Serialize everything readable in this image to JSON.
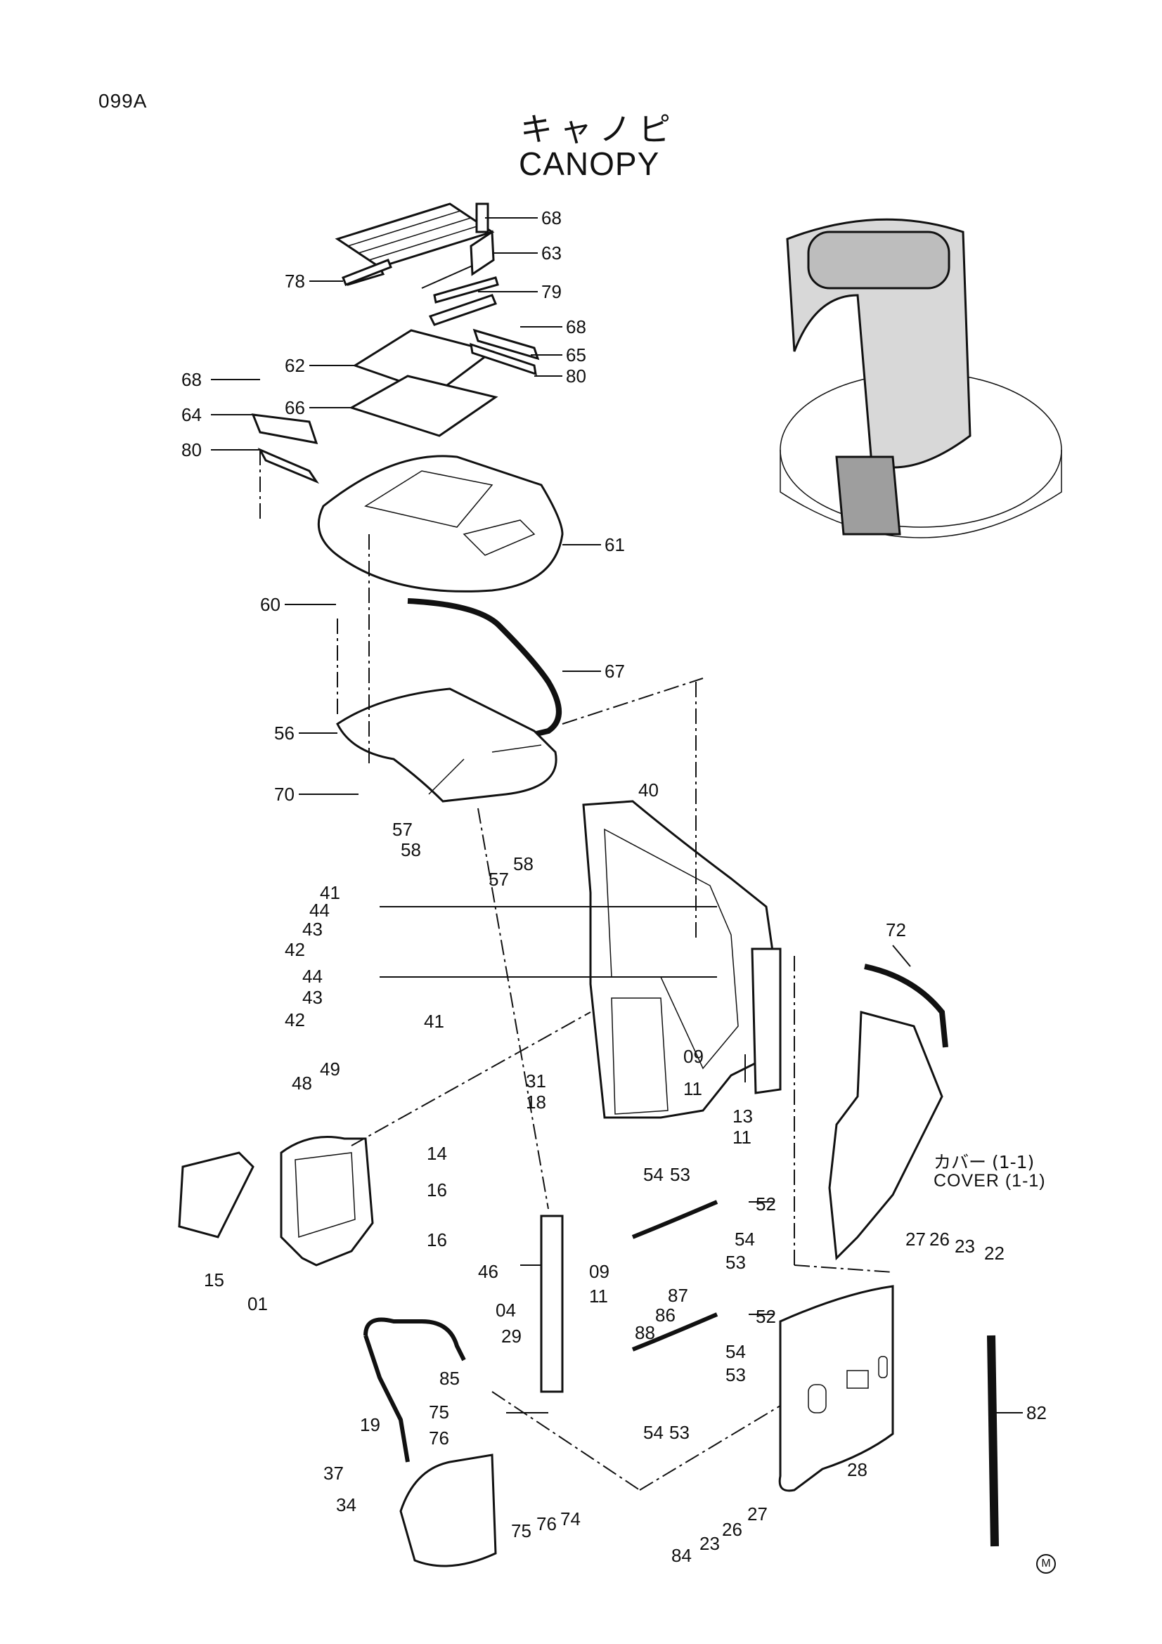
{
  "header": {
    "code": "099A",
    "title_jp": "キャノピ",
    "title_en": "CANOPY"
  },
  "cover_note": {
    "jp": "カバー (1-1)",
    "en": "COVER (1-1)"
  },
  "mark": "M",
  "callouts": [
    "68",
    "63",
    "78",
    "79",
    "68",
    "65",
    "80",
    "62",
    "68",
    "64",
    "66",
    "80",
    "61",
    "60",
    "67",
    "56",
    "70",
    "57",
    "58",
    "57",
    "58",
    "40",
    "41",
    "44",
    "43",
    "42",
    "44",
    "43",
    "42",
    "41",
    "72",
    "09",
    "31",
    "11",
    "18",
    "13",
    "11",
    "48",
    "49",
    "14",
    "16",
    "16",
    "15",
    "01",
    "54",
    "53",
    "52",
    "54",
    "53",
    "46",
    "09",
    "11",
    "04",
    "87",
    "86",
    "29",
    "88",
    "52",
    "54",
    "85",
    "53",
    "75",
    "82",
    "19",
    "76",
    "54",
    "53",
    "27",
    "26",
    "23",
    "22",
    "37",
    "34",
    "75",
    "76",
    "74",
    "84",
    "23",
    "26",
    "27",
    "28"
  ]
}
